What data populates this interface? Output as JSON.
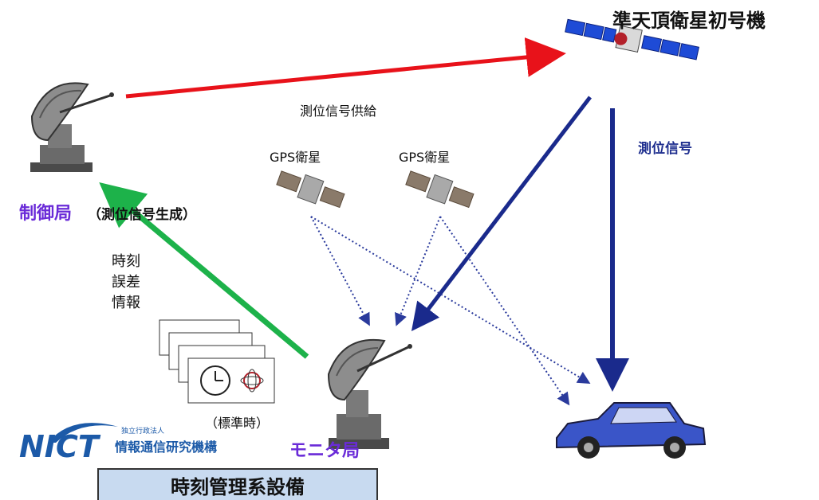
{
  "labels": {
    "qzs_title": "準天頂衛星初号機",
    "supply": "測位信号供給",
    "signal": "測位信号",
    "gps1": "GPS衛星",
    "gps2": "GPS衛星",
    "control_name": "制御局",
    "control_sub": "（測位信号生成）",
    "time_err_1": "時刻",
    "time_err_2": "誤差",
    "time_err_3": "情報",
    "standard_time": "（標準時）",
    "monitor": "モニタ局",
    "bottom_box": "時刻管理系設備"
  },
  "logo": {
    "text": "NICT",
    "sub_small": "独立行政法人",
    "sub": "情報通信研究機構"
  },
  "colors": {
    "red_arrow": "#e8121a",
    "green_arrow": "#1db24a",
    "navy_arrow": "#1a2a8c",
    "dotted": "#2a3a9c",
    "purple": "#6a2bd8",
    "box_fill": "#c8daf0"
  }
}
